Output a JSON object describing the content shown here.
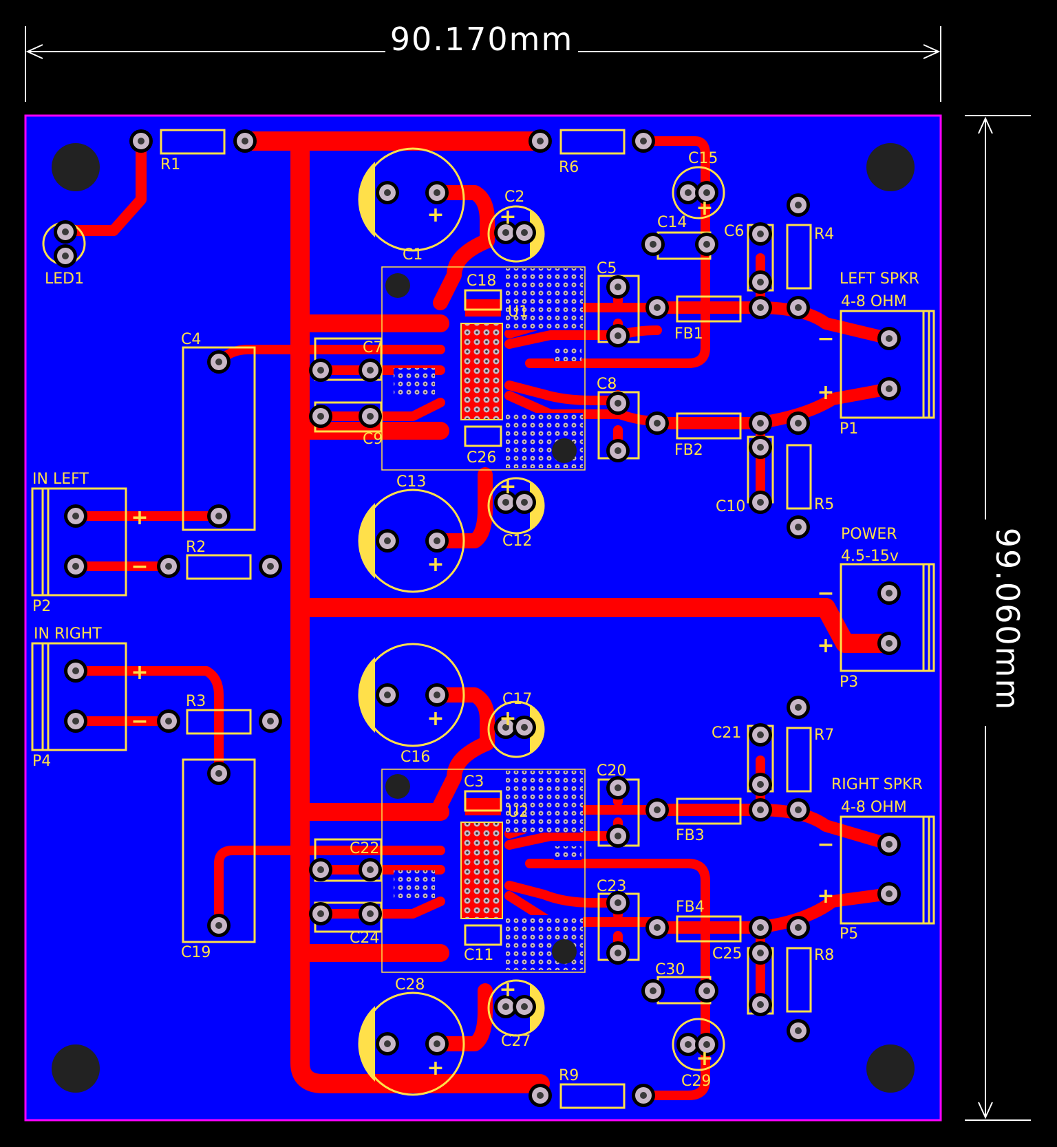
{
  "dimensions": {
    "width_label": "90.170mm",
    "height_label": "99.060mm"
  },
  "colors": {
    "background": "#000000",
    "board": "#0000FF",
    "outline": "#FF00FF",
    "trace": "#FF0000",
    "silkscreen": "#FFE04A",
    "pad": "#C9B8C8",
    "hole": "#111111"
  },
  "connectors": {
    "left_speaker": {
      "line1": "LEFT SPKR",
      "line2": "4-8 OHM"
    },
    "right_speaker": {
      "line1": "RIGHT SPKR",
      "line2": "4-8 OHM"
    },
    "power": {
      "line1": "POWER",
      "line2": "4.5-15v"
    },
    "in_left": "IN LEFT",
    "in_right": "IN RIGHT"
  },
  "polarity": {
    "plus": "+",
    "minus": "−"
  },
  "designators": {
    "R1": "R1",
    "R2": "R2",
    "R3": "R3",
    "R4": "R4",
    "R5": "R5",
    "R6": "R6",
    "R7": "R7",
    "R8": "R8",
    "R9": "R9",
    "C1": "C1",
    "C2": "C2",
    "C3": "C3",
    "C4": "C4",
    "C5": "C5",
    "C6": "C6",
    "C7": "C7",
    "C8": "C8",
    "C9": "C9",
    "C10": "C10",
    "C11": "C11",
    "C12": "C12",
    "C13": "C13",
    "C14": "C14",
    "C15": "C15",
    "C16": "C16",
    "C17": "C17",
    "C18": "C18",
    "C19": "C19",
    "C20": "C20",
    "C21": "C21",
    "C22": "C22",
    "C23": "C23",
    "C24": "C24",
    "C25": "C25",
    "C26": "C26",
    "C27": "C27",
    "C28": "C28",
    "C29": "C29",
    "C30": "C30",
    "FB1": "FB1",
    "FB2": "FB2",
    "FB3": "FB3",
    "FB4": "FB4",
    "P1": "P1",
    "P2": "P2",
    "P3": "P3",
    "P4": "P4",
    "P5": "P5",
    "U1": "U1",
    "U2": "U2",
    "LED1": "LED1"
  }
}
